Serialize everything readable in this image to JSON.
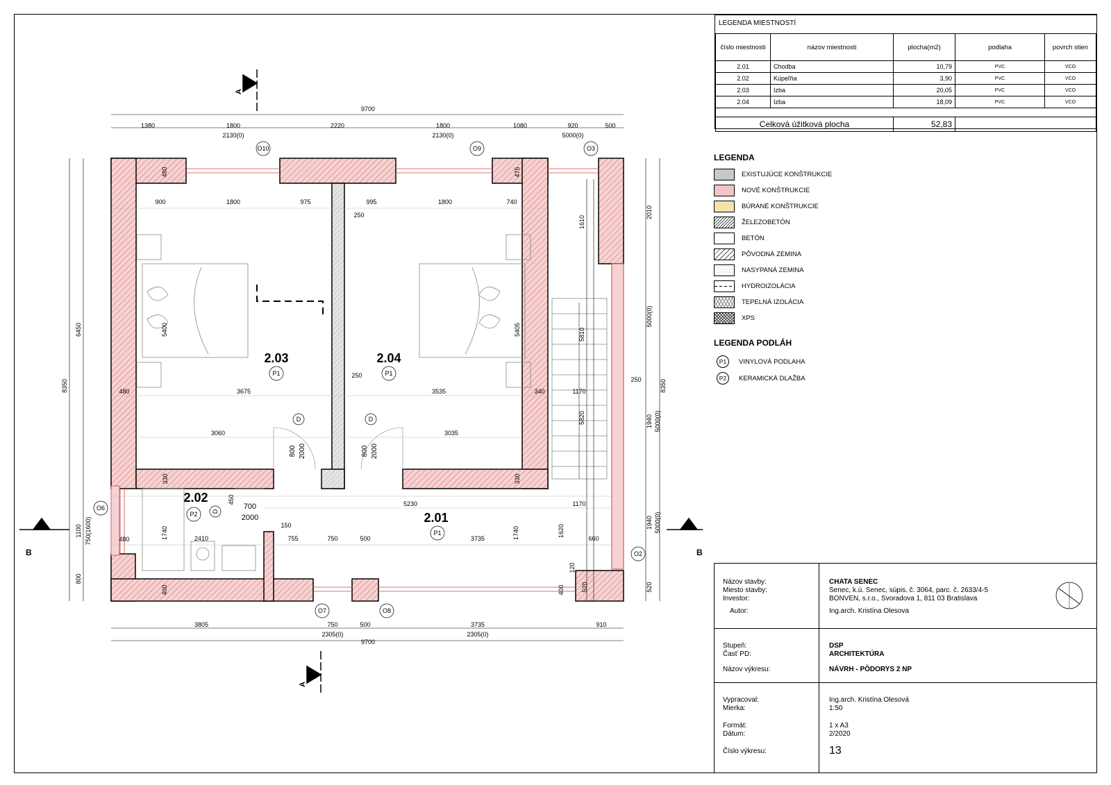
{
  "room_legend": {
    "title": "LEGENDA MIESTNOSTÍ",
    "headers": [
      "číslo miestnosti",
      "názov miestnosti",
      "plocha(m2)",
      "podlaha",
      "povrch stien"
    ],
    "rows": [
      {
        "num": "2.01",
        "name": "Chodba",
        "area": "10,79",
        "floor": "PVC",
        "walls": "VCO"
      },
      {
        "num": "2.02",
        "name": "Kúpeľňa",
        "area": "3,90",
        "floor": "PVC",
        "walls": "VCO"
      },
      {
        "num": "2.03",
        "name": "Izba",
        "area": "20,05",
        "floor": "PVC",
        "walls": "VCO"
      },
      {
        "num": "2.04",
        "name": "Izba",
        "area": "18,09",
        "floor": "PVC",
        "walls": "VCO"
      }
    ],
    "total_label": "Celková úžitková plocha",
    "total_value": "52,83"
  },
  "material_legend": {
    "title": "LEGENDA",
    "items": [
      {
        "label": "EXISTUJÚCE KONŠTRUKCIE",
        "color": "#c8c8c8",
        "pattern": "solid"
      },
      {
        "label": "NOVÉ KONŠTRUKCIE",
        "color": "#f2c4c4",
        "pattern": "solid"
      },
      {
        "label": "BÚRANÉ KONŠTRUKCIE",
        "color": "#f3e3a8",
        "pattern": "solid"
      },
      {
        "label": "ŽELEZOBETÓN",
        "color": "#ffffff",
        "pattern": "hatch-fine"
      },
      {
        "label": "BETÓN",
        "color": "#ffffff",
        "pattern": "none"
      },
      {
        "label": "PÔVODNÁ ZEMINA",
        "color": "#ffffff",
        "pattern": "hatch"
      },
      {
        "label": "NASYPANÁ ZEMINA",
        "color": "#ffffff",
        "pattern": "dots"
      },
      {
        "label": "HYDROIZOLÁCIA",
        "color": "#ffffff",
        "pattern": "dash"
      },
      {
        "label": "TEPELNÁ IZOLÁCIA",
        "color": "#ffffff",
        "pattern": "zigzag"
      },
      {
        "label": "XPS",
        "color": "#ffffff",
        "pattern": "cross"
      }
    ]
  },
  "floor_legend": {
    "title": "LEGENDA PODLÁH",
    "items": [
      {
        "code": "P1",
        "label": "VINYLOVÁ PODLAHA"
      },
      {
        "code": "P2",
        "label": "KERAMICKÁ DLAŽBA"
      }
    ]
  },
  "title_block": {
    "labels": {
      "building": "Názov stavby:",
      "location": "Miesto stavby:",
      "investor": "Investor:",
      "author": "Autor:",
      "stage": "Stupeň:",
      "part": "Časť PD:",
      "drawing": "Názov výkresu:",
      "drawn_by": "Vypracoval:",
      "scale": "Mierka:",
      "format": "Formát:",
      "date": "Dátum:",
      "number": "Číslo výkresu:"
    },
    "values": {
      "building": "CHATA SENEC",
      "location": "Senec, k.ú. Senec, súpis. č. 3064, parc. č. 2633/4-5",
      "investor": "BONVEN, s.r.o., Svoradova 1, 811 03 Bratislava",
      "author": "Ing.arch. Kristína Olesova",
      "stage": "DSP",
      "part": "ARCHITEKTÚRA",
      "drawing": "NÁVRH - PÔDORYS 2 NP",
      "drawn_by": "Ing.arch. Kristína Olesová",
      "scale": "1:50",
      "format": "1 x A3",
      "date": "2/2020",
      "number": "13"
    }
  },
  "plan": {
    "rooms": [
      {
        "id": "2.01",
        "floor": "P1"
      },
      {
        "id": "2.02",
        "floor": "P2"
      },
      {
        "id": "2.03",
        "floor": "P1"
      },
      {
        "id": "2.04",
        "floor": "P1"
      }
    ],
    "section_marks": {
      "a": "A",
      "b": "B"
    },
    "windows": [
      "O10",
      "O9",
      "O3",
      "O6",
      "O2",
      "O7",
      "O8"
    ],
    "doors": {
      "code": "D",
      "size_w": "800",
      "size_h": "2000",
      "bath_w": "700",
      "bath_h": "2000",
      "bath_sill": "450"
    },
    "dims_top": {
      "overall": "9700",
      "parts": [
        "1380",
        "1800",
        "2220",
        "1800",
        "1080",
        "920",
        "500"
      ],
      "sub": [
        "2130(0)",
        "2130(0)",
        "5000(0)"
      ]
    },
    "dims_bottom": {
      "overall": "9700",
      "parts": [
        "3805",
        "750",
        "500",
        "3735",
        "910"
      ],
      "sub": [
        "2305(0)",
        "2305(0)"
      ]
    },
    "dims_left": {
      "overall": "8350",
      "a": "6450",
      "b": "1100",
      "b2": "750(1600)",
      "c": "800"
    },
    "dims_right": {
      "overall": "8350",
      "a": "2010",
      "b": "5000(0)",
      "c": "1940",
      "c2": "5000(0)",
      "d": "1940",
      "d2": "5000(0)",
      "e": "520"
    },
    "interior": {
      "r203_top": [
        "900",
        "1800",
        "975"
      ],
      "r204_top": [
        "995",
        "1800",
        "740"
      ],
      "w250a": "250",
      "w250b": "250",
      "w250c": "250",
      "r203_w": "3675",
      "r204_w": "3535",
      "r203_w2": "3060",
      "r204_w2": "3035",
      "w480a": "480",
      "w480b": "480",
      "w480c": "480",
      "w475": "475",
      "h5400": "5400",
      "h5405": "5405",
      "w340": "340",
      "w330a": "330",
      "w330b": "330",
      "stair_run": "1170",
      "stair_run2": "1170",
      "h1610": "1610",
      "h5810": "5810",
      "h5820": "5820",
      "h1620": "1620",
      "h1740a": "1740",
      "h1740b": "1740",
      "corr_w": "5230",
      "bath_w": "2410",
      "bath_parts": [
        "755",
        "750",
        "500",
        "3735"
      ],
      "w150": "150",
      "w660": "660",
      "w120": "120",
      "w400a": "400",
      "w400b": "400",
      "w520": "520"
    }
  }
}
